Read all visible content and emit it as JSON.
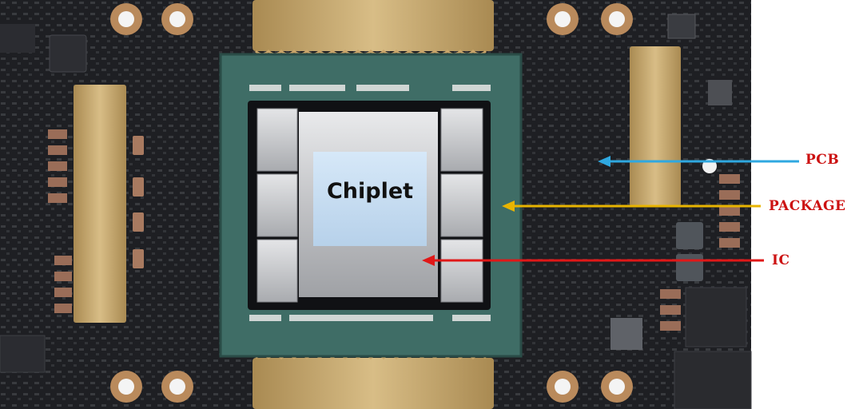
{
  "diagram": {
    "chiplet_label": "Chiplet",
    "callouts": [
      {
        "id": "pcb",
        "label": "PCB",
        "color": "#2fa8e0"
      },
      {
        "id": "package",
        "label": "PACKAGE",
        "color": "#e8b400"
      },
      {
        "id": "ic",
        "label": "IC",
        "color": "#e01818"
      }
    ]
  },
  "colors": {
    "board": "#1e1f23",
    "package_substrate": "#3f6d66",
    "die": "#c6c7ca",
    "chiplet_box": "#c9def2",
    "gold_pads": "#c8a86a",
    "label_red": "#cc1111"
  }
}
